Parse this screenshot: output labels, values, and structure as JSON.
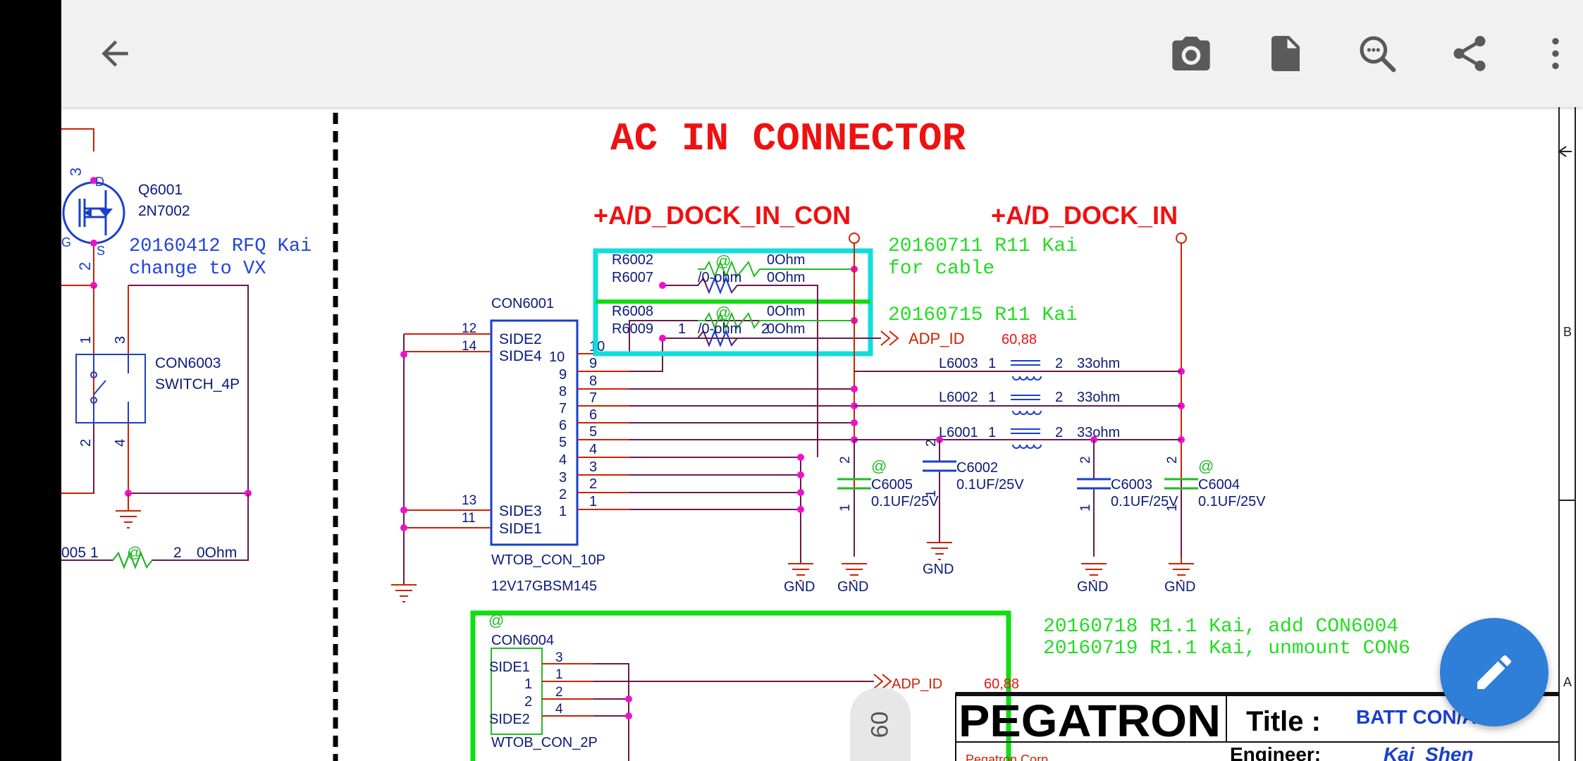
{
  "toolbar": {
    "back_icon": "arrow-back-icon",
    "actions": [
      "camera-icon",
      "document-icon",
      "zoom-search-icon",
      "share-icon",
      "more-vert-icon"
    ]
  },
  "schematic": {
    "title": "AC IN CONNECTOR",
    "net_dock_in_con": "+A/D_DOCK_IN_CON",
    "net_dock_in": "+A/D_DOCK_IN",
    "q6001": {
      "ref": "Q6001",
      "part": "2N7002",
      "pin_d": "D",
      "pin_g": "G",
      "pin_s": "S",
      "pin3": "3",
      "pin2": "2"
    },
    "note_rfq": [
      "20160412 RFQ Kai",
      "change to VX"
    ],
    "con6003": {
      "ref": "CON6003",
      "part": "SWITCH_4P",
      "pins": [
        "1",
        "3",
        "2",
        "4"
      ]
    },
    "bottom_left_res": {
      "ref": "005",
      "p1": "1",
      "p2": "2",
      "val": "0Ohm",
      "at": "@"
    },
    "res_box1": {
      "r1": "R6002",
      "r2": "R6007",
      "at": "@",
      "label": "/0-ohm",
      "v1": "0Ohm",
      "v2": "0Ohm"
    },
    "res_box2": {
      "r1": "R6008",
      "r2": "R6009",
      "at": "@",
      "label": "/0-ohm",
      "p1": "1",
      "p2": "2",
      "v1": "0Ohm",
      "v2": "0Ohm"
    },
    "note_cable": [
      "20160711 R11 Kai",
      "for cable"
    ],
    "note_r11": "20160715 R11 Kai",
    "adp_id": "ADP_ID",
    "adp_ref": "60,88",
    "con6001": {
      "ref": "CON6001",
      "side_labels": [
        "SIDE2",
        "SIDE4",
        "SIDE3",
        "SIDE1"
      ],
      "side_nums": [
        "12",
        "14",
        "13",
        "11"
      ],
      "pins_inside": [
        "10",
        "9",
        "8",
        "7",
        "6",
        "5",
        "4",
        "3",
        "2",
        "1"
      ],
      "pins_outside": [
        "10",
        "9",
        "8",
        "7",
        "6",
        "5",
        "4",
        "3",
        "2",
        "1"
      ],
      "part1": "WTOB_CON_10P",
      "part2": "12V17GBSM145"
    },
    "inductors": [
      {
        "ref": "L6003",
        "p1": "1",
        "p2": "2",
        "val": "33ohm"
      },
      {
        "ref": "L6002",
        "p1": "1",
        "p2": "2",
        "val": "33ohm"
      },
      {
        "ref": "L6001",
        "p1": "1",
        "p2": "2",
        "val": "33ohm"
      }
    ],
    "capacitors": [
      {
        "ref": "C6005",
        "val": "0.1UF/25V",
        "at": "@"
      },
      {
        "ref": "C6002",
        "val": "0.1UF/25V",
        "at": ""
      },
      {
        "ref": "C6003",
        "val": "0.1UF/25V",
        "at": ""
      },
      {
        "ref": "C6004",
        "val": "0.1UF/25V",
        "at": "@"
      }
    ],
    "cap_pins": [
      "2",
      "1"
    ],
    "gnd": "GND",
    "notes_bottom": [
      "20160718 R1.1 Kai, add CON6004",
      "20160719 R1.1 Kai, unmount CON6"
    ],
    "con6004": {
      "at": "@",
      "ref": "CON6004",
      "labels": [
        "SIDE1",
        "1",
        "2",
        "SIDE2"
      ],
      "pins": [
        "3",
        "1",
        "2",
        "4"
      ],
      "part": "WTOB_CON_2P"
    },
    "adp_id2": "ADP_ID",
    "adp_ref2": "60,88",
    "titleblock": {
      "logo": "PEGATRON",
      "title_label": "Title :",
      "title_value": "BATT CON/A",
      "engineer_label": "Engineer:",
      "engineer_value": "Kai_Shen",
      "corp": "Pegatron Corp."
    },
    "border_marks": [
      "B",
      "A"
    ]
  },
  "page_badge": "60",
  "fab_icon": "edit-pencil-icon"
}
